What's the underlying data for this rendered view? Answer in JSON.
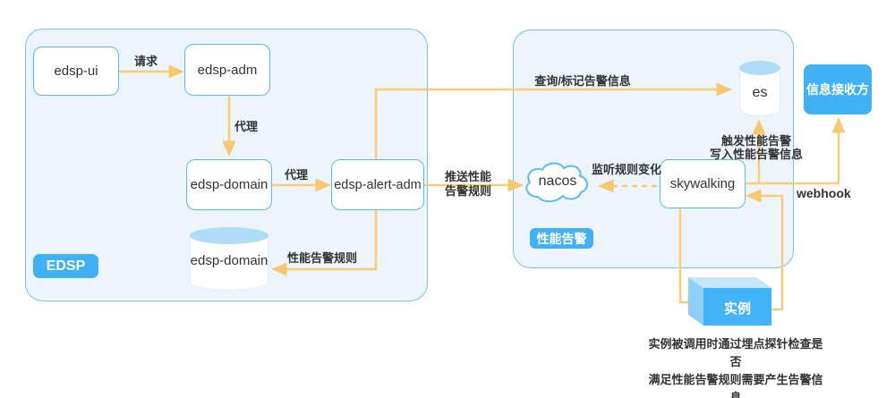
{
  "colors": {
    "accent_blue": "#41b1f6",
    "node_border": "#55bdf6",
    "container_border": "#72c4f8",
    "container_fill": "#edf4fc",
    "arrow_yellow": "#f8cd74",
    "cube_front": "#41b4f7",
    "cube_top": "#c8e5fa",
    "cube_side": "#8ed0f7",
    "cylinder_top": "#aedcf9",
    "text_dark": "#333333"
  },
  "containers": {
    "edsp": {
      "tag": "EDSP"
    },
    "perf": {
      "tag": "性能告警"
    }
  },
  "nodes": {
    "edsp_ui": {
      "label": "edsp-ui"
    },
    "edsp_adm": {
      "label": "edsp-adm"
    },
    "edsp_domain": {
      "label": "edsp-domain"
    },
    "edsp_alert_adm": {
      "label": "edsp-alert-adm"
    },
    "edsp_domain_db": {
      "label": "edsp-domain"
    },
    "nacos": {
      "label": "nacos"
    },
    "skywalking": {
      "label": "skywalking"
    },
    "es": {
      "label": "es"
    },
    "instance": {
      "label": "实例"
    },
    "receiver": {
      "label": "信息接收方"
    }
  },
  "edges": {
    "request": {
      "label": "请求"
    },
    "proxy_down": {
      "label": "代理"
    },
    "proxy_right": {
      "label": "代理"
    },
    "query_mark": {
      "label": "查询/标记告警信息"
    },
    "push_rules": {
      "line1": "推送性能",
      "line2": "告警规则"
    },
    "perf_rules": {
      "label": "性能告警规则"
    },
    "watch_rules": {
      "label": "监听规则变化"
    },
    "trigger_write": {
      "line1": "触发性能告警",
      "line2": "写入性能告警信息"
    },
    "webhook": {
      "label": "webhook"
    }
  },
  "note": {
    "line1": "实例被调用时通过埋点探针检查是否",
    "line2": "满足性能告警规则需要产生告警信息"
  }
}
